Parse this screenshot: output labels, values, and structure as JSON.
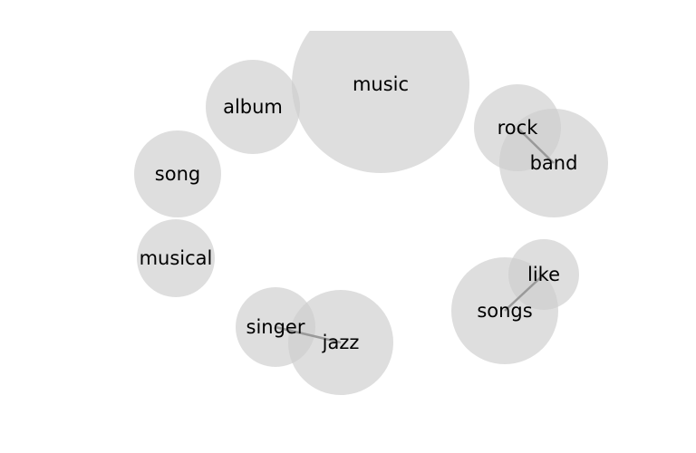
{
  "diagram": {
    "type": "word-bubble-cluster",
    "bubble_color": "#cdcdcd",
    "link_color": "#999999",
    "words": {
      "music": "music",
      "album": "album",
      "rock": "rock",
      "band": "band",
      "song": "song",
      "musical": "musical",
      "like": "like",
      "songs": "songs",
      "singer": "singer",
      "jazz": "jazz"
    },
    "links": [
      [
        "rock",
        "band"
      ],
      [
        "like",
        "songs"
      ],
      [
        "singer",
        "jazz"
      ]
    ]
  }
}
